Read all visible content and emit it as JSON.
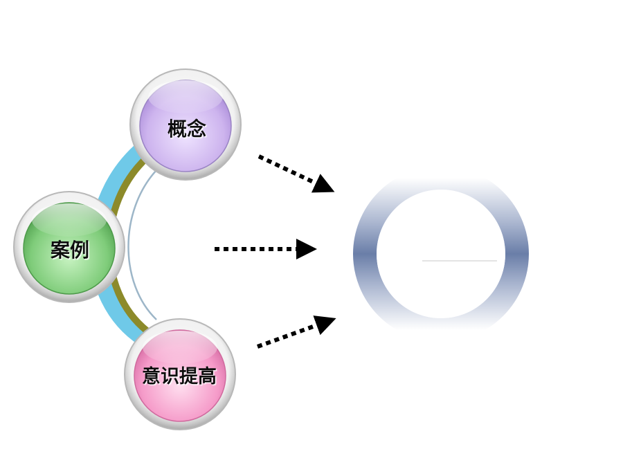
{
  "nodes": [
    {
      "id": "concept",
      "label": "概念",
      "color": "#d8c4f2"
    },
    {
      "id": "case",
      "label": "案例",
      "color": "#8fd68c"
    },
    {
      "id": "awareness",
      "label": "意识提高",
      "color": "#f7a9d2"
    }
  ],
  "colors": {
    "arc_outer": "#6fc9e8",
    "arc_inner": "#8c8a2a",
    "target_ring": "#6a7ea8",
    "arrow": "#000000"
  }
}
